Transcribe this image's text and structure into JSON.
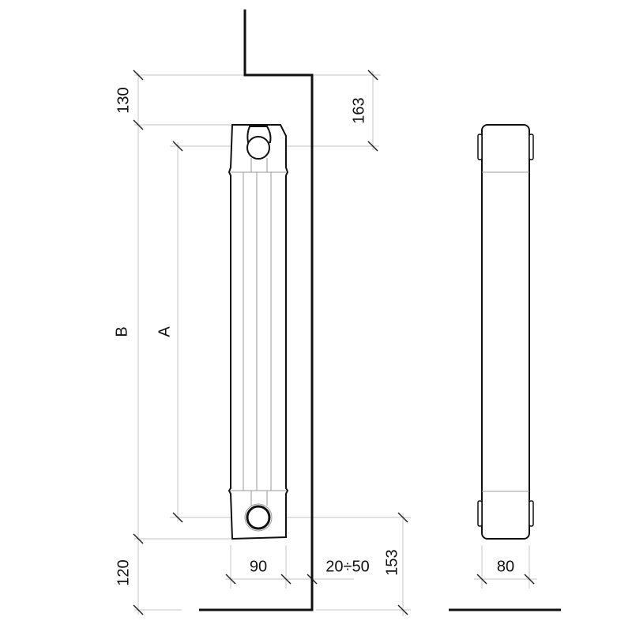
{
  "dimensions": {
    "top_clearance": "130",
    "top_axis_offset": "163",
    "overall_height": "B",
    "axis_distance": "A",
    "floor_clearance": "120",
    "bottom_axis_height": "153",
    "front_width": "90",
    "wall_gap": "20÷50",
    "depth": "80"
  }
}
